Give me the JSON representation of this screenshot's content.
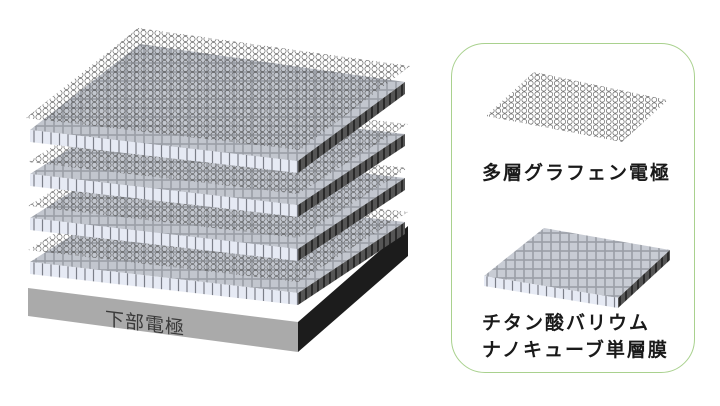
{
  "diagram": {
    "title": "",
    "stack": {
      "bottom_electrode_label": "下部電極",
      "layer_count": 4,
      "layers": [
        {
          "type": "graphene",
          "name": "top graphene"
        },
        {
          "type": "nanocube",
          "name": "nanocube layer 1"
        },
        {
          "type": "graphene",
          "name": "graphene 2"
        },
        {
          "type": "nanocube",
          "name": "nanocube layer 2"
        },
        {
          "type": "graphene",
          "name": "graphene 3"
        },
        {
          "type": "nanocube",
          "name": "nanocube layer 3"
        },
        {
          "type": "graphene",
          "name": "graphene 4"
        },
        {
          "type": "nanocube",
          "name": "nanocube layer 4"
        },
        {
          "type": "electrode",
          "name": "bottom electrode"
        }
      ]
    },
    "legend": {
      "items": [
        {
          "label": "多層グラフェン電極",
          "icon": "graphene-mesh-icon"
        },
        {
          "label_line1": "チタン酸バリウム",
          "label_line2": "ナノキューブ単層膜",
          "icon": "nanocube-layer-icon"
        }
      ],
      "border_color": "#a9d18e"
    },
    "colors": {
      "electrode_front": "#aaaaaa",
      "electrode_side": "#1c1c1c",
      "cube_face": "#e4e8f2",
      "cube_top": "#b8bcc4",
      "graphene_line": "#555555"
    }
  }
}
